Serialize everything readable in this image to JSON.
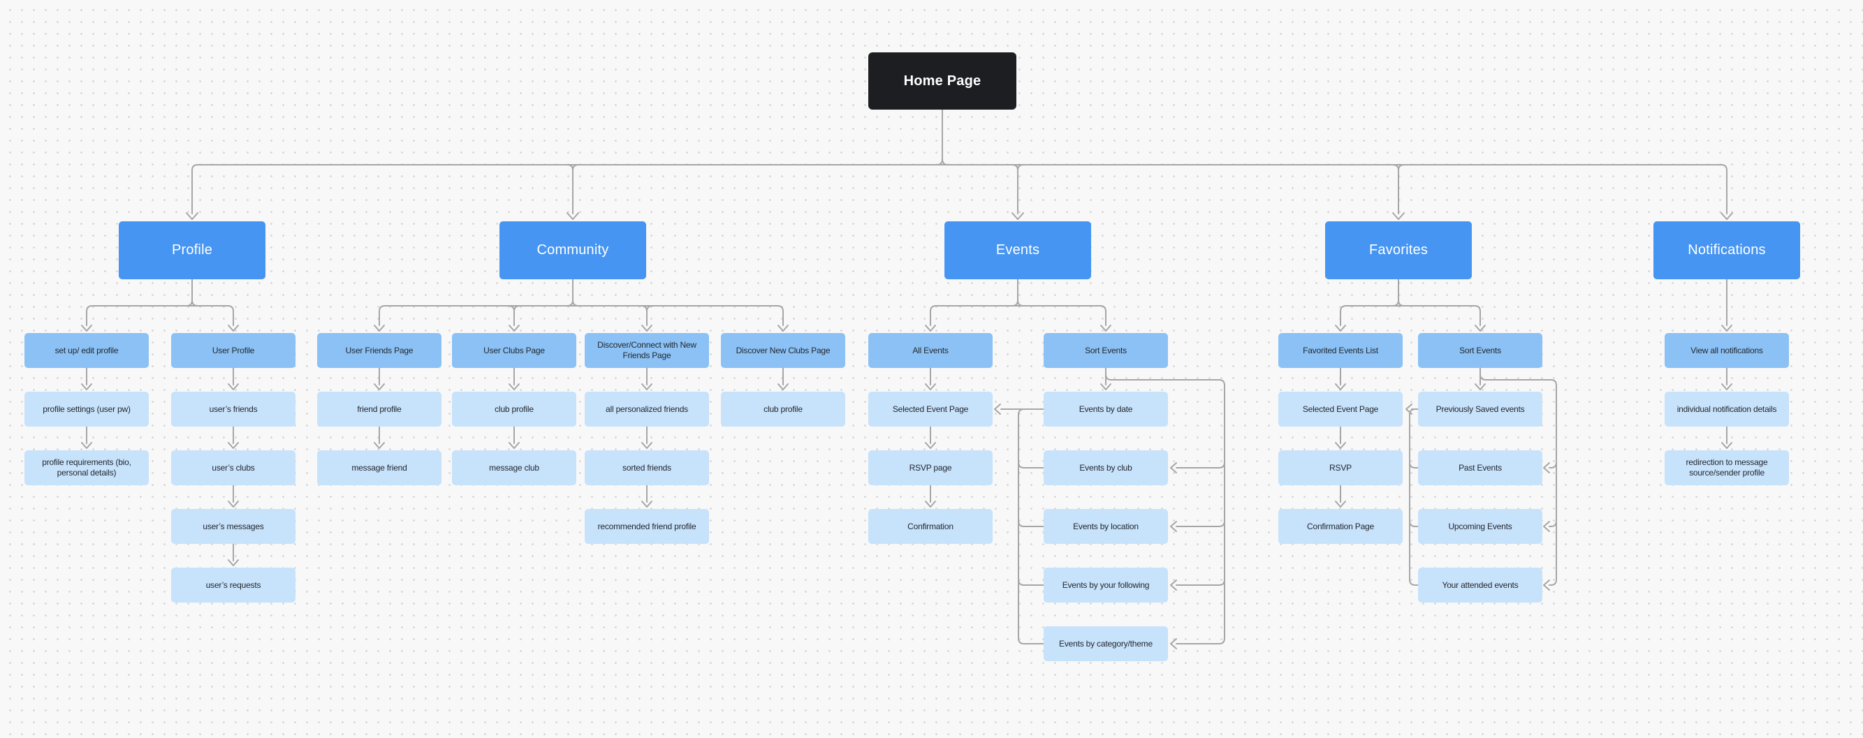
{
  "title": "Home Page sitemap flowchart",
  "colors": {
    "background": "#f8f8f8",
    "dot_grid": "#d7d7d7",
    "root_node": "#1d1e21",
    "branch_header": "#4695f2",
    "child_row1": "#8bc1f5",
    "child_rows": "#c7e2fb",
    "connector": "#a6a6a6",
    "text_light": "#ffffff",
    "text_dark": "#23272e"
  },
  "root": {
    "label": "Home Page"
  },
  "branches": [
    {
      "title": "Profile",
      "columns": [
        [
          "set up/ edit profile",
          "profile settings (user pw)",
          "profile requirements (bio, personal details)"
        ],
        [
          "User Profile",
          "user’s friends",
          "user’s clubs",
          "user’s messages",
          "user’s requests"
        ]
      ]
    },
    {
      "title": "Community",
      "columns": [
        [
          "User Friends Page",
          "friend profile",
          "message friend"
        ],
        [
          "User Clubs Page",
          "club profile",
          "message club"
        ],
        [
          "Discover/Connect with New Friends Page",
          "all personalized friends",
          "sorted friends",
          "recommended friend profile"
        ],
        [
          "Discover New Clubs Page",
          "club profile"
        ]
      ]
    },
    {
      "title": "Events",
      "columns": [
        [
          "All Events",
          "Selected Event Page",
          "RSVP page",
          "Confirmation"
        ],
        [
          "Sort Events",
          "Events by date",
          "Events by club",
          "Events by location",
          "Events by your following",
          "Events by category/theme"
        ]
      ]
    },
    {
      "title": "Favorites",
      "columns": [
        [
          "Favorited Events List",
          "Selected Event Page",
          "RSVP",
          "Confirmation Page"
        ],
        [
          "Sort Events",
          "Previously Saved events",
          "Past Events",
          "Upcoming Events",
          "Your attended events"
        ]
      ]
    },
    {
      "title": "Notifications",
      "columns": [
        [
          "View all notifications",
          "individual notification details",
          "redirection to message source/sender profile"
        ]
      ]
    }
  ]
}
